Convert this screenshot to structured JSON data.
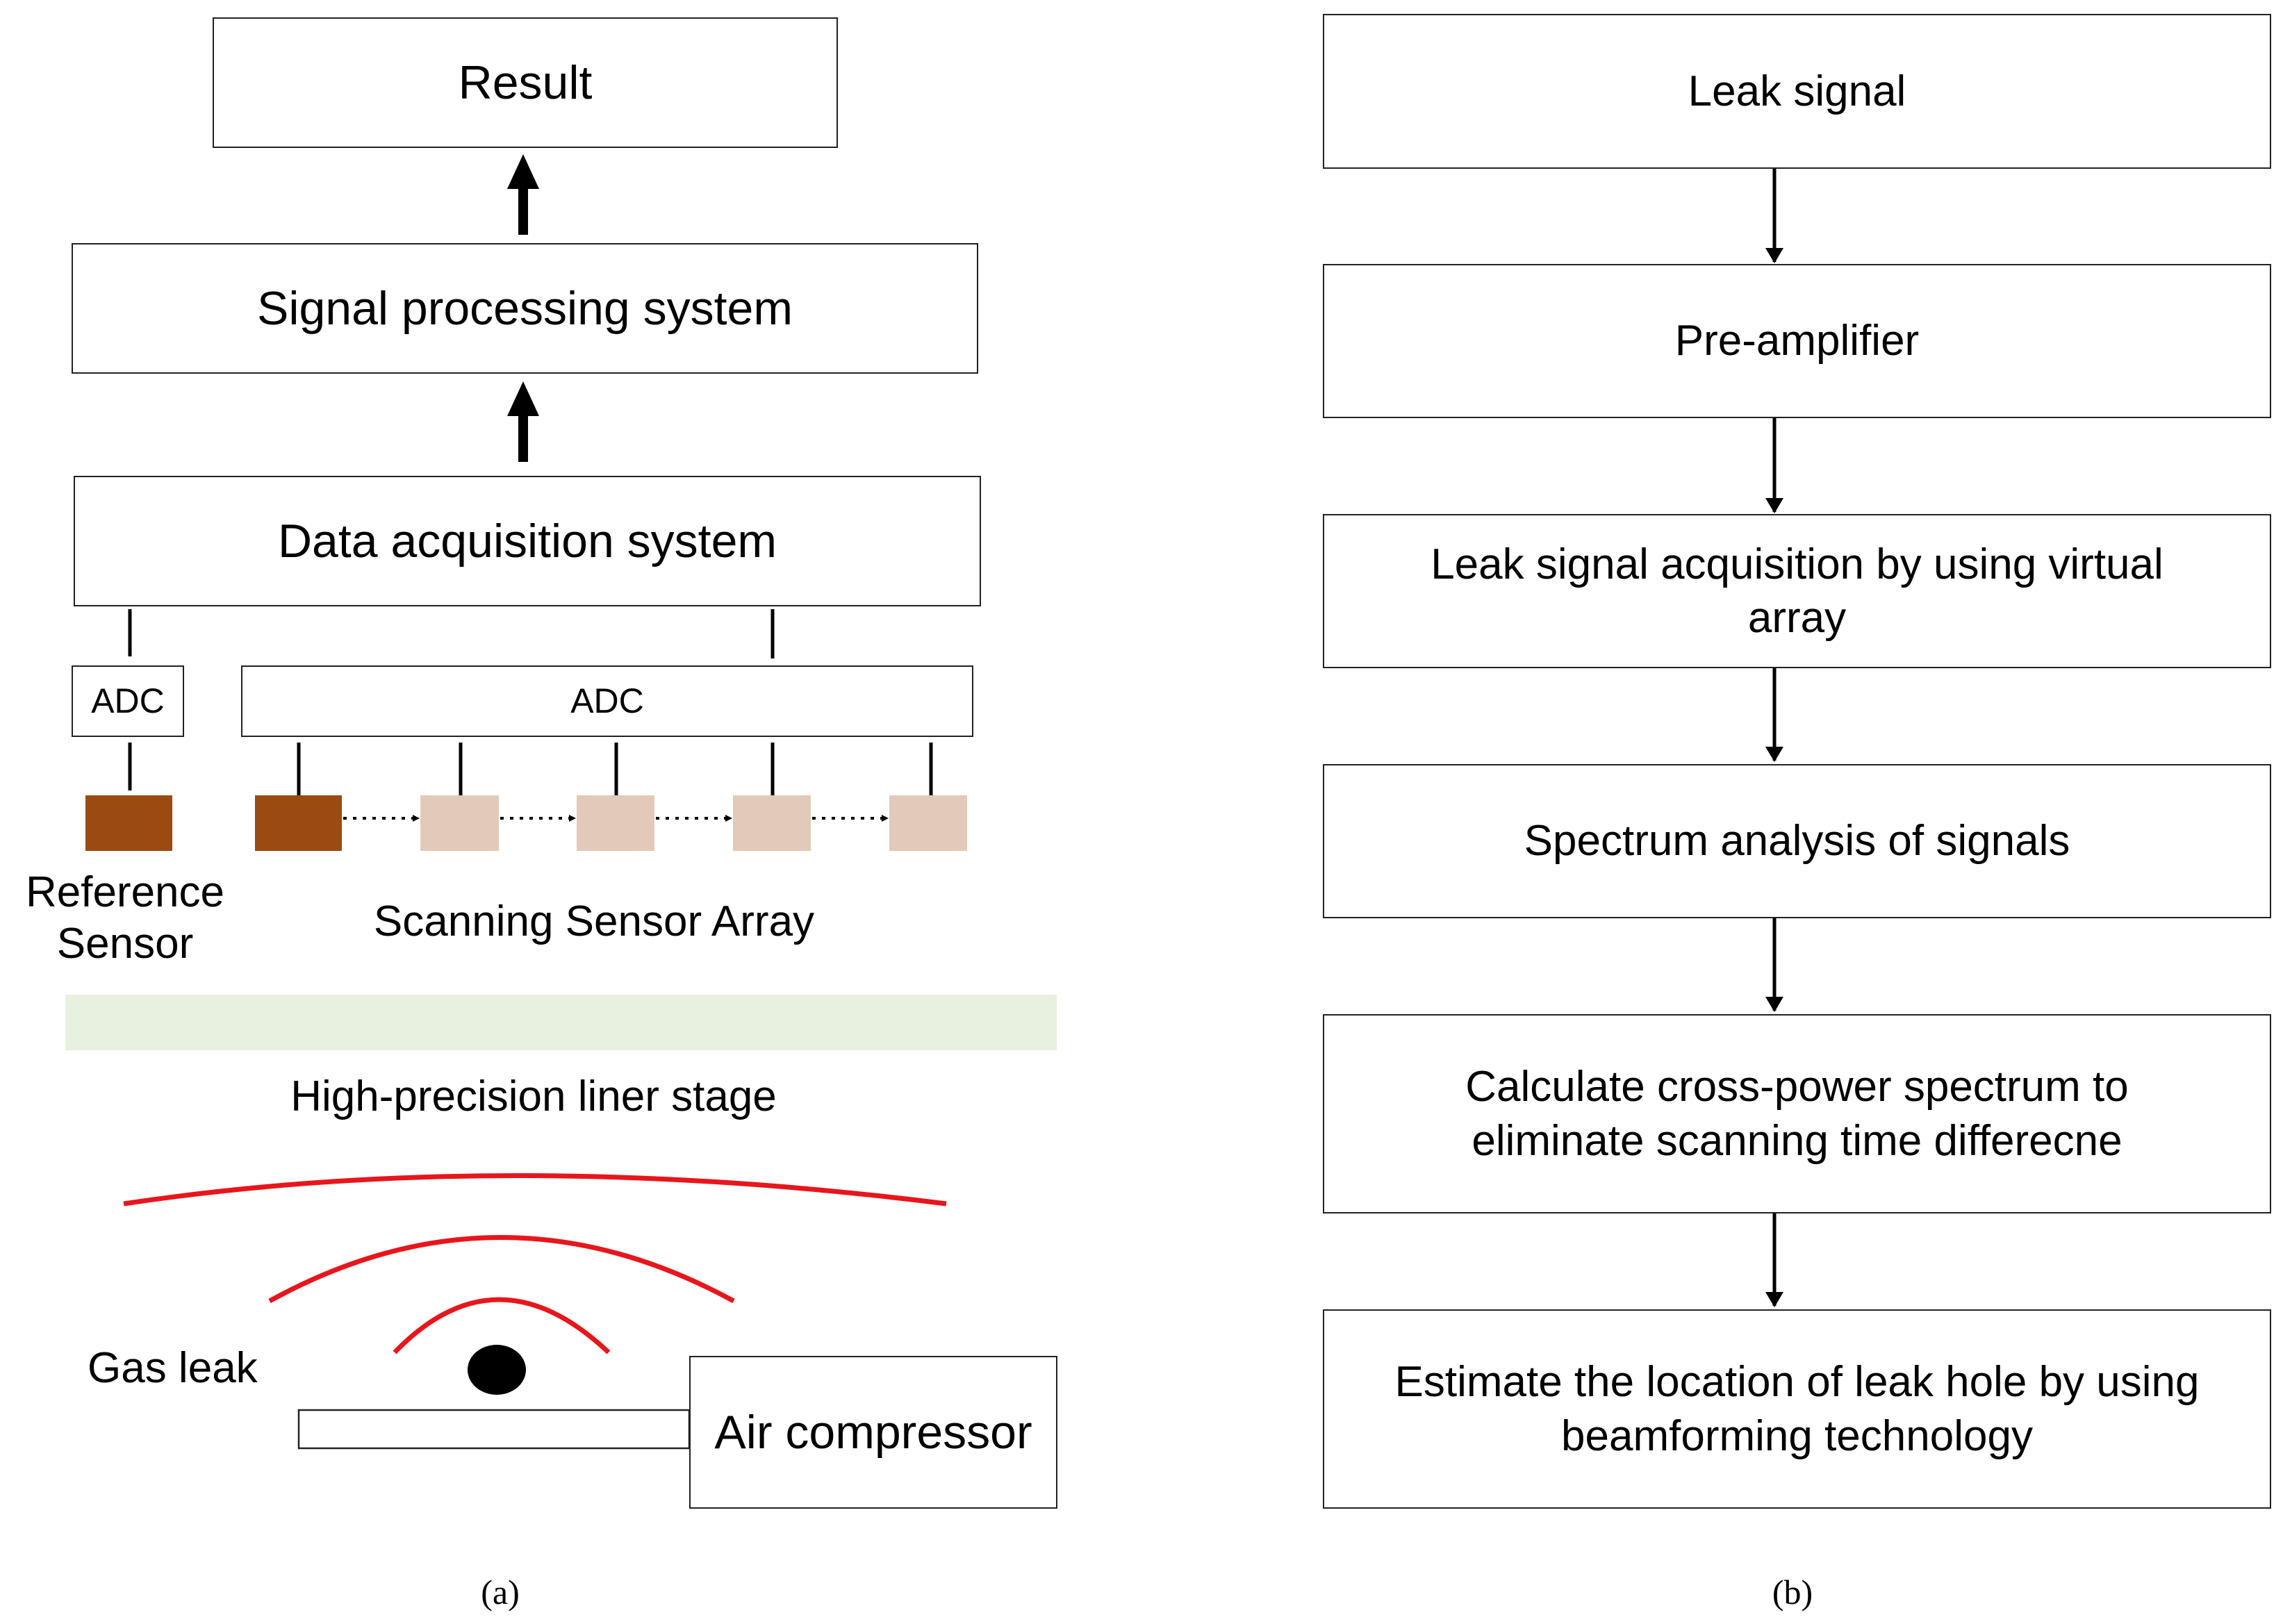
{
  "panel_a": {
    "result": "Result",
    "signal_processing": "Signal processing system",
    "data_acquisition": "Data acquisition system",
    "adc_reference": "ADC",
    "adc_array": "ADC",
    "reference_sensor_line1": "Reference",
    "reference_sensor_line2": "Sensor",
    "scanning_sensor_array": "Scanning Sensor Array",
    "stage": "High-precision liner stage",
    "gas_leak": "Gas leak",
    "air_compressor": "Air compressor",
    "caption": "(a)",
    "colors": {
      "active_sensor": "#9b4a12",
      "inactive_sensor": "#e3c9b9",
      "stage": "#e8f0df",
      "wave": "#e8161c"
    }
  },
  "panel_b": {
    "steps": [
      {
        "line1": "Leak signal",
        "line2": ""
      },
      {
        "line1": "Pre-amplifier",
        "line2": ""
      },
      {
        "line1": "Leak signal acquisition by using virtual",
        "line2": "array"
      },
      {
        "line1": "Spectrum analysis of signals",
        "line2": ""
      },
      {
        "line1": "Calculate cross-power spectrum to",
        "line2": "eliminate scanning time differecne"
      },
      {
        "line1": "Estimate the location of  leak hole by using",
        "line2": "beamforming technology"
      }
    ],
    "caption": "(b)"
  }
}
